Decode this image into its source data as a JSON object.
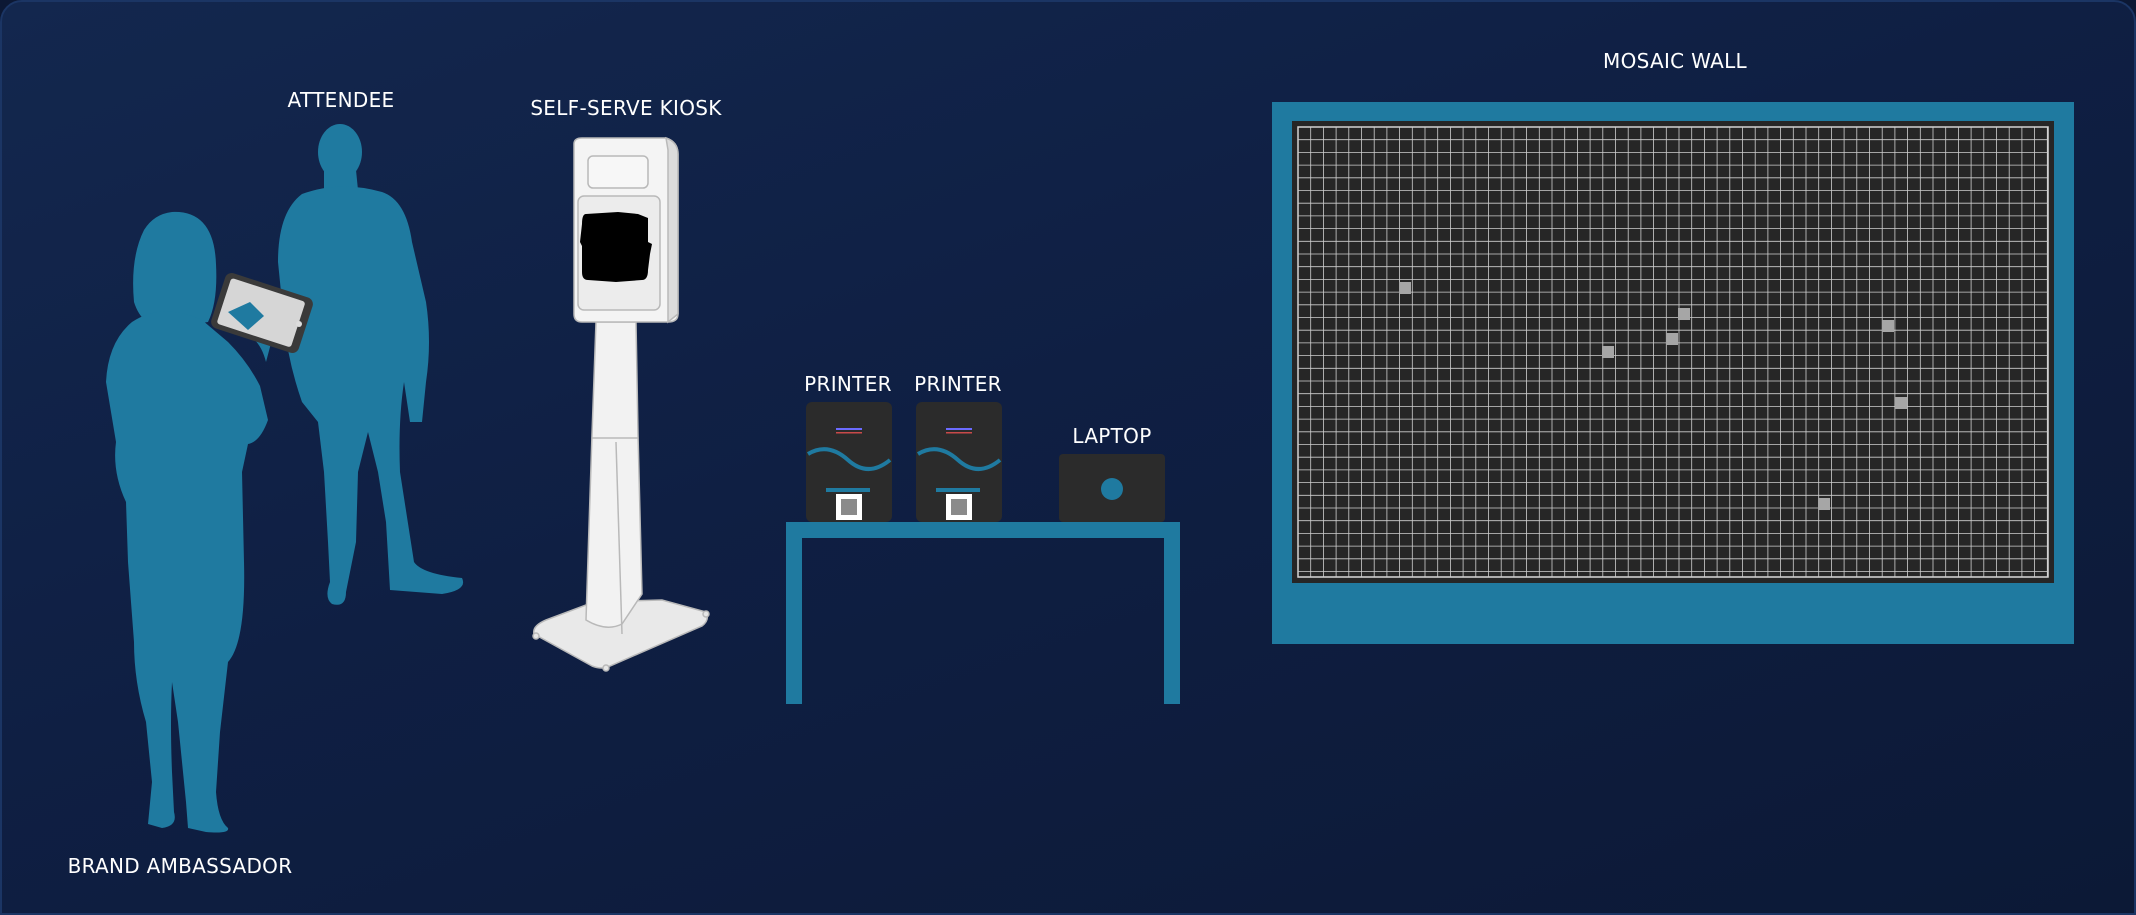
{
  "labels": {
    "attendee": "ATTENDEE",
    "kiosk": "SELF-SERVE KIOSK",
    "printer_1": "PRINTER",
    "printer_2": "PRINTER",
    "laptop": "LAPTOP",
    "mosaic_wall": "MOSAIC WALL",
    "brand_ambassador": "BRAND AMBASSADOR"
  },
  "colors": {
    "background": "#0f1f43",
    "silhouette": "#1f7aa0",
    "label": "#ffffff",
    "device_dark": "#2b2b2b",
    "kiosk_white": "#f2f2f2"
  },
  "icons": [
    "person-silhouette",
    "tablet-icon",
    "kiosk-icon",
    "printer-icon",
    "laptop-icon",
    "mosaic-grid"
  ]
}
